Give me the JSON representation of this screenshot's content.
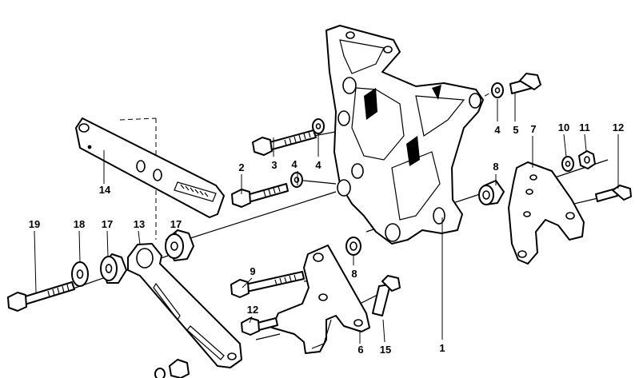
{
  "diagram": {
    "callouts": [
      {
        "id": "c1",
        "text": "1"
      },
      {
        "id": "c2",
        "text": "2"
      },
      {
        "id": "c3",
        "text": "3"
      },
      {
        "id": "c4a",
        "text": "4"
      },
      {
        "id": "c4b",
        "text": "4"
      },
      {
        "id": "c4c",
        "text": "4"
      },
      {
        "id": "c5",
        "text": "5"
      },
      {
        "id": "c6",
        "text": "6"
      },
      {
        "id": "c7",
        "text": "7"
      },
      {
        "id": "c8a",
        "text": "8"
      },
      {
        "id": "c8b",
        "text": "8"
      },
      {
        "id": "c9",
        "text": "9"
      },
      {
        "id": "c10",
        "text": "10"
      },
      {
        "id": "c11",
        "text": "11"
      },
      {
        "id": "c12a",
        "text": "12"
      },
      {
        "id": "c12b",
        "text": "12"
      },
      {
        "id": "c13",
        "text": "13"
      },
      {
        "id": "c14",
        "text": "14"
      },
      {
        "id": "c15",
        "text": "15"
      },
      {
        "id": "c17a",
        "text": "17"
      },
      {
        "id": "c17b",
        "text": "17"
      },
      {
        "id": "c18",
        "text": "18"
      },
      {
        "id": "c19",
        "text": "19"
      }
    ]
  }
}
